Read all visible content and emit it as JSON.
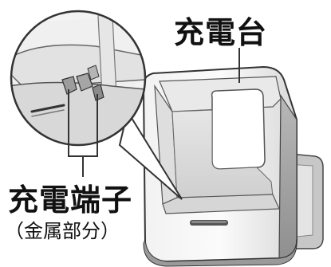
{
  "labels": {
    "charger": "充電台",
    "charging_terminal": "充電端子",
    "metal_part": "（金属部分）"
  }
}
